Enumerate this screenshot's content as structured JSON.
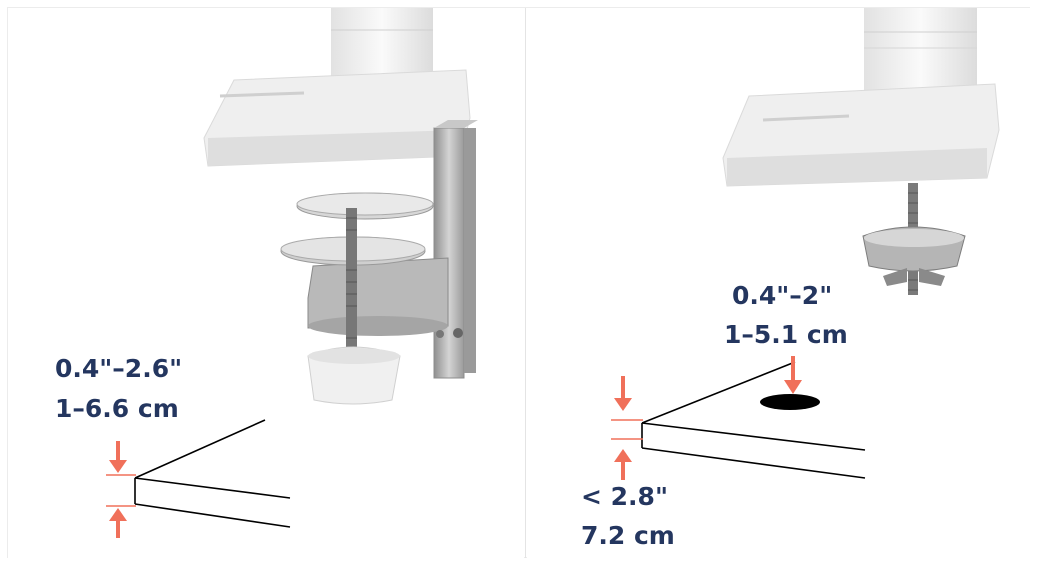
{
  "left_panel": {
    "measure_inches": "0.4\"–2.6\"",
    "measure_cm": "1–6.6 cm"
  },
  "right_panel": {
    "hole_inches": "0.4\"–2\"",
    "hole_cm": "1–5.1 cm",
    "thickness_inches": "< 2.8\"",
    "thickness_cm": "7.2 cm"
  },
  "colors": {
    "label_text": "#24365f",
    "arrow": "#f0705a",
    "mount_white": "#eeeeee",
    "steel": "#a9a9a9"
  }
}
